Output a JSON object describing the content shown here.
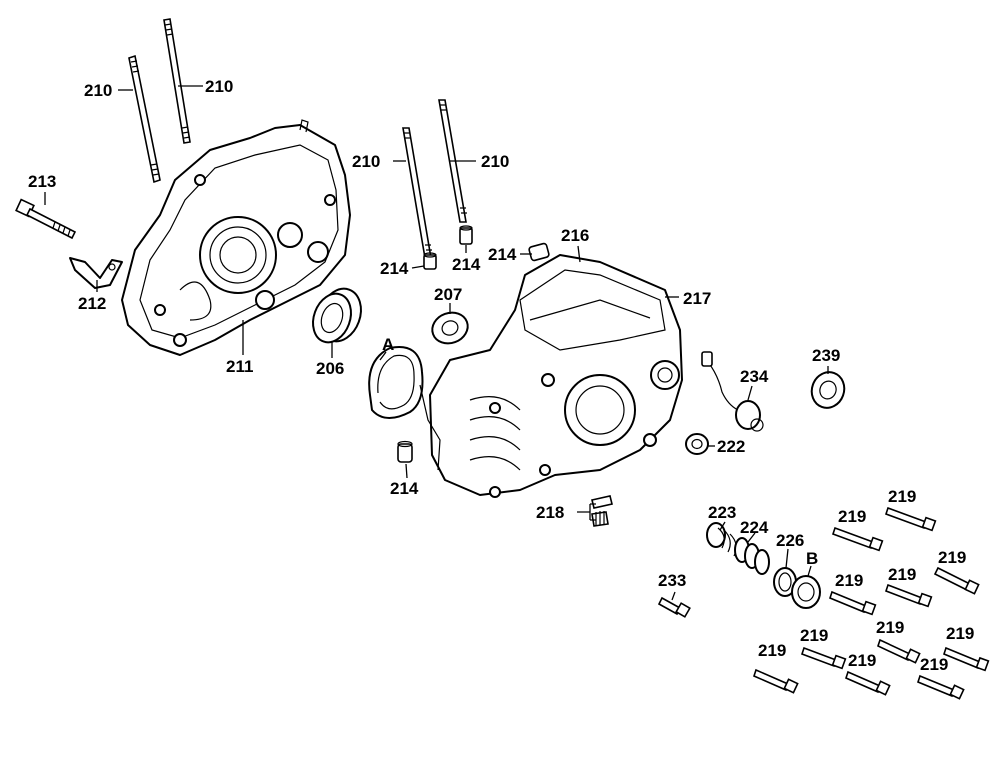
{
  "diagram": {
    "labels": {
      "p210a": "210",
      "p210b": "210",
      "p210c": "210",
      "p210d": "210",
      "p213": "213",
      "p212": "212",
      "p211": "211",
      "p206": "206",
      "pA": "A",
      "p214a": "214",
      "p214b": "214",
      "p214c": "214",
      "p214d": "214",
      "p207": "207",
      "p216": "216",
      "p217": "217",
      "p239": "239",
      "p234": "234",
      "p222": "222",
      "p218": "218",
      "p223": "223",
      "p224": "224",
      "p226": "226",
      "pB": "B",
      "p233": "233",
      "p219a": "219",
      "p219b": "219",
      "p219c": "219",
      "p219d": "219",
      "p219e": "219",
      "p219f": "219",
      "p219g": "219",
      "p219h": "219",
      "p219i": "219",
      "p219j": "219",
      "p219k": "219"
    }
  }
}
